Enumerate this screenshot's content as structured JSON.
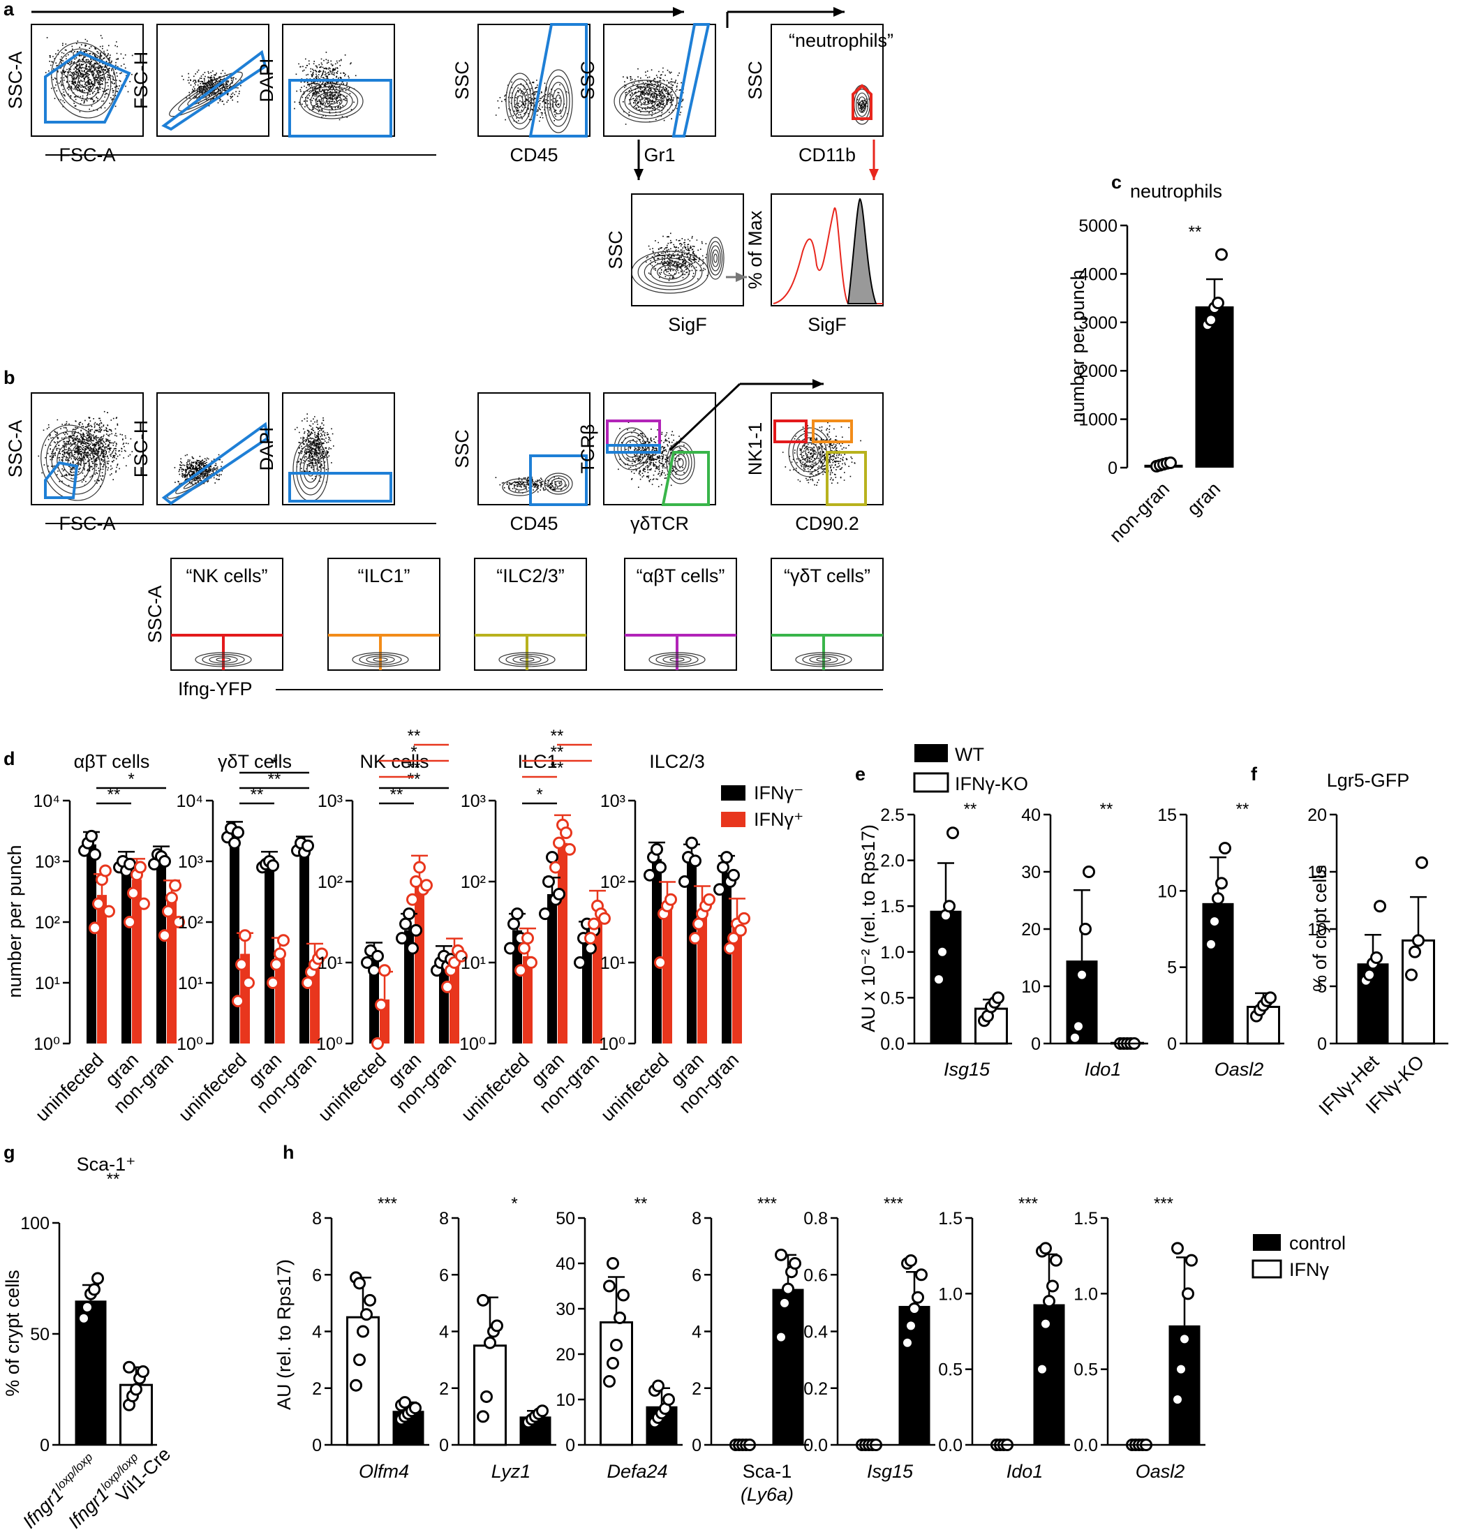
{
  "colors": {
    "gate_blue": "#1e7fd6",
    "neutro_red": "#e8261d",
    "ifng_pos": "#e8361d",
    "orange": "#f28c19",
    "olive": "#b8b21e",
    "magenta": "#b224b8",
    "green": "#39b54a",
    "nk_red": "#e31a1c"
  },
  "panels": {
    "a": "a",
    "b": "b",
    "c": "c",
    "d": "d",
    "e": "e",
    "f": "f",
    "g": "g",
    "h": "h"
  },
  "flow_a": {
    "plots": [
      {
        "y": "SSC-A",
        "x": "FSC-A"
      },
      {
        "y": "FSC-H",
        "x": ""
      },
      {
        "y": "DAPI",
        "x": ""
      },
      {
        "y": "SSC",
        "x": "CD45"
      },
      {
        "y": "SSC",
        "x": "Gr1"
      },
      {
        "y": "SSC",
        "x": "CD11b",
        "title": "“neutrophils”"
      },
      {
        "y": "SSC",
        "x": "SigF"
      },
      {
        "y": "% of Max",
        "x": "SigF"
      }
    ]
  },
  "flow_b": {
    "plots": [
      {
        "y": "SSC-A",
        "x": "FSC-A"
      },
      {
        "y": "FSC-H",
        "x": ""
      },
      {
        "y": "DAPI",
        "x": ""
      },
      {
        "y": "SSC",
        "x": "CD45"
      },
      {
        "y": "TCRβ",
        "x": "γδTCR"
      },
      {
        "y": "NK1-1",
        "x": "CD90.2"
      }
    ],
    "subsets": [
      "“NK cells”",
      "“ILC1”",
      "“ILC2/3”",
      "“αβT cells”",
      "“γδT cells”"
    ],
    "subset_y": "SSC-A",
    "subset_x": "Ifng-YFP"
  },
  "chart_data": [
    {
      "panel": "c",
      "type": "bar",
      "title": "neutrophils",
      "categories": [
        "non-gran",
        "gran"
      ],
      "values": [
        60,
        3330
      ],
      "errors": [
        40,
        560
      ],
      "points": [
        [
          30,
          50,
          70,
          90,
          100
        ],
        [
          2950,
          3050,
          3300,
          3400,
          4400
        ]
      ],
      "ylabel": "number per punch",
      "ylim": [
        0,
        5000
      ],
      "yticks": [
        "0",
        "1000",
        "2000",
        "3000",
        "4000",
        "5000"
      ],
      "significance": "**",
      "fills": [
        "black",
        "black"
      ]
    },
    {
      "panel": "d",
      "type": "bar",
      "scale": "log",
      "ylabel": "number per punch",
      "legend": [
        "IFNγ⁻",
        "IFNγ⁺"
      ],
      "categories": [
        "uninfected",
        "gran",
        "non-gran"
      ],
      "yticks": [
        "10⁰",
        "10¹",
        "10²",
        "10³",
        "10⁴"
      ],
      "ytick_log": [
        "10⁰",
        "10¹",
        "10²",
        "10³"
      ],
      "subplots": [
        {
          "title": "αβT cells",
          "ymax_exp": 4,
          "neg": [
            1900,
            900,
            1100
          ],
          "pos": [
            280,
            500,
            220
          ],
          "neg_pts": [
            [
              1500,
              2000,
              2600,
              1300
            ],
            [
              800,
              1000,
              700,
              900
            ],
            [
              900,
              1300,
              1200,
              1000
            ]
          ],
          "pos_pts": [
            [
              80,
              200,
              500,
              700,
              150
            ],
            [
              100,
              300,
              600,
              800,
              200
            ],
            [
              60,
              150,
              250,
              400,
              100
            ]
          ],
          "sig": [
            "**",
            "*"
          ]
        },
        {
          "title": "γδT cells",
          "ymax_exp": 4,
          "neg": [
            2800,
            900,
            1600
          ],
          "pos": [
            30,
            25,
            20
          ],
          "neg_pts": [
            [
              2500,
              3500,
              2000,
              3000
            ],
            [
              800,
              900,
              1000,
              850
            ],
            [
              1500,
              2000,
              1400,
              1800
            ]
          ],
          "pos_pts": [
            [
              5,
              20,
              60,
              10
            ],
            [
              10,
              20,
              30,
              50
            ],
            [
              10,
              15,
              20,
              25,
              30
            ]
          ],
          "sig": [
            "**",
            "**",
            "*"
          ]
        },
        {
          "title": "NK cells",
          "ymax_exp": 3,
          "neg": [
            11,
            25,
            10
          ],
          "pos": [
            3.5,
            95,
            9
          ],
          "neg_pts": [
            [
              10,
              14,
              8,
              12
            ],
            [
              20,
              30,
              40,
              15,
              25
            ],
            [
              8,
              10,
              12,
              9,
              11
            ]
          ],
          "pos_pts": [
            [
              1,
              3,
              8
            ],
            [
              60,
              100,
              150,
              80,
              90
            ],
            [
              5,
              8,
              10,
              14,
              12
            ]
          ],
          "sig": [
            "**",
            "**"
          ],
          "sig_red": [
            "**",
            "*",
            "**"
          ]
        },
        {
          "title": "ILC1",
          "ymax_exp": 3,
          "neg": [
            25,
            70,
            20
          ],
          "pos": [
            12,
            300,
            35
          ],
          "neg_pts": [
            [
              15,
              30,
              40,
              20
            ],
            [
              40,
              100,
              200,
              60,
              70
            ],
            [
              10,
              20,
              30,
              15,
              25
            ]
          ],
          "pos_pts": [
            [
              8,
              15,
              20,
              10
            ],
            [
              150,
              300,
              500,
              400,
              250
            ],
            [
              20,
              30,
              50,
              40,
              35
            ]
          ],
          "sig": [
            "*"
          ],
          "sig_red": [
            "**",
            "**",
            "**"
          ]
        },
        {
          "title": "ILC2/3",
          "ymax_exp": 3,
          "neg": [
            190,
            180,
            130
          ],
          "pos": [
            45,
            40,
            28
          ],
          "neg_pts": [
            [
              120,
              200,
              250,
              150
            ],
            [
              100,
              200,
              300,
              180
            ],
            [
              80,
              150,
              200,
              100,
              120
            ]
          ],
          "pos_pts": [
            [
              10,
              40,
              50,
              60
            ],
            [
              20,
              30,
              40,
              50,
              60
            ],
            [
              15,
              20,
              30,
              25,
              35
            ]
          ],
          "sig": []
        }
      ]
    },
    {
      "panel": "e",
      "type": "bar",
      "ylabel": "AU x 10⁻² (rel. to Rps17)",
      "legend": [
        "WT",
        "IFNγ-KO"
      ],
      "subplots": [
        {
          "gene": "Isg15",
          "ylim": [
            0,
            2.5
          ],
          "yticks": [
            "0.0",
            "0.5",
            "1.0",
            "1.5",
            "2.0",
            "2.5"
          ],
          "values": [
            1.45,
            0.38
          ],
          "errors": [
            0.52,
            0.1
          ],
          "pts": [
            [
              0.7,
              1.0,
              1.4,
              1.5,
              2.3
            ],
            [
              0.25,
              0.3,
              0.4,
              0.45,
              0.5
            ]
          ],
          "sig": "**"
        },
        {
          "gene": "Ido1",
          "ylim": [
            0,
            40
          ],
          "yticks": [
            "0",
            "10",
            "20",
            "30",
            "40"
          ],
          "values": [
            14.5,
            0.1
          ],
          "errors": [
            12.3,
            0.1
          ],
          "pts": [
            [
              1,
              3,
              12,
              20,
              30
            ],
            [
              0,
              0,
              0,
              0,
              0
            ]
          ],
          "sig": "**"
        },
        {
          "gene": "Oasl2",
          "ylim": [
            0,
            15
          ],
          "yticks": [
            "0",
            "5",
            "10",
            "15"
          ],
          "values": [
            9.2,
            2.4
          ],
          "errors": [
            3.0,
            0.9
          ],
          "pts": [
            [
              6.5,
              8,
              9.5,
              10.5,
              12.8
            ],
            [
              1.8,
              2.2,
              2.5,
              2.8,
              3
            ]
          ],
          "sig": "**"
        }
      ]
    },
    {
      "panel": "f",
      "type": "bar",
      "title": "Lgr5-GFP",
      "ylabel": "% of crypt cells",
      "categories": [
        "IFNγ-Het",
        "IFNγ-KO"
      ],
      "values": [
        7.0,
        9.0
      ],
      "errors": [
        2.5,
        3.8
      ],
      "points": [
        [
          5.5,
          6,
          7,
          7.5,
          12
        ],
        [
          6,
          8,
          9,
          15.8
        ]
      ],
      "ylim": [
        0,
        20
      ],
      "yticks": [
        "0",
        "5",
        "10",
        "15",
        "20"
      ],
      "fills": [
        "black",
        "white"
      ]
    },
    {
      "panel": "g",
      "type": "bar",
      "title": "Sca-1⁺",
      "ylabel": "% of crypt cells",
      "categories": [
        "Ifngr1loxp/loxp",
        "Ifngr1loxp/loxp Vil1-Cre"
      ],
      "cat_main": "Ifngr1",
      "cat_sup": "loxp/loxp",
      "cat_extra": "Vil1-Cre",
      "values": [
        65,
        27
      ],
      "errors": [
        7,
        8
      ],
      "points": [
        [
          57,
          62,
          68,
          70,
          75
        ],
        [
          18,
          22,
          25,
          30,
          33,
          35
        ]
      ],
      "ylim": [
        0,
        100
      ],
      "yticks": [
        "0",
        "50",
        "100"
      ],
      "significance": "**",
      "fills": [
        "black",
        "white"
      ]
    },
    {
      "panel": "h",
      "type": "bar",
      "ylabel": "AU (rel. to Rps17)",
      "legend": [
        "control",
        "IFNγ"
      ],
      "subplots": [
        {
          "gene": "Olfm4",
          "ylim": [
            0,
            8
          ],
          "yticks": [
            "0",
            "2",
            "4",
            "6",
            "8"
          ],
          "fills": [
            "white",
            "black"
          ],
          "values": [
            4.5,
            1.2
          ],
          "errors": [
            1.4,
            0.3
          ],
          "pts": [
            [
              2.1,
              3.0,
              4.0,
              4.6,
              5.1,
              5.9,
              5.7
            ],
            [
              0.9,
              1.0,
              1.1,
              1.2,
              1.3,
              1.4,
              1.5
            ]
          ],
          "sig": "***"
        },
        {
          "gene": "Lyz1",
          "ylim": [
            0,
            8
          ],
          "yticks": [
            "0",
            "2",
            "4",
            "6",
            "8"
          ],
          "fills": [
            "white",
            "black"
          ],
          "values": [
            3.5,
            1.0
          ],
          "errors": [
            1.7,
            0.2
          ],
          "pts": [
            [
              1.0,
              1.7,
              3.6,
              4.0,
              4.2,
              5.1
            ],
            [
              0.8,
              0.9,
              1.0,
              1.1,
              1.2
            ]
          ],
          "sig": "*"
        },
        {
          "gene": "Defa24",
          "ylim": [
            0,
            50
          ],
          "yticks": [
            "0",
            "10",
            "20",
            "30",
            "40",
            "50"
          ],
          "fills": [
            "white",
            "black"
          ],
          "values": [
            27,
            8.5
          ],
          "errors": [
            10,
            4
          ],
          "pts": [
            [
              14,
              18,
              22,
              28,
              33,
              35,
              40
            ],
            [
              5,
              6,
              7,
              8,
              10,
              12,
              13
            ]
          ],
          "sig": "**"
        },
        {
          "gene": "Sca-1",
          "gene2": "(Ly6a)",
          "ylim": [
            0,
            8
          ],
          "yticks": [
            "0",
            "2",
            "4",
            "6",
            "8"
          ],
          "fills": [
            "white",
            "black"
          ],
          "values": [
            0.0,
            5.5
          ],
          "errors": [
            0.0,
            1.2
          ],
          "pts": [
            [
              0,
              0,
              0,
              0,
              0
            ],
            [
              3.8,
              5.0,
              5.5,
              6.1,
              6.4,
              6.7
            ]
          ],
          "sig": "***"
        },
        {
          "gene": "Isg15",
          "ylim": [
            0,
            0.8
          ],
          "yticks": [
            "0.0",
            "0.2",
            "0.4",
            "0.6",
            "0.8"
          ],
          "fills": [
            "white",
            "black"
          ],
          "values": [
            0.0,
            0.49
          ],
          "errors": [
            0.0,
            0.12
          ],
          "pts": [
            [
              0,
              0,
              0,
              0,
              0
            ],
            [
              0.36,
              0.42,
              0.48,
              0.52,
              0.6,
              0.64,
              0.65
            ]
          ],
          "sig": "***"
        },
        {
          "gene": "Ido1",
          "ylim": [
            0,
            1.5
          ],
          "yticks": [
            "0.0",
            "0.5",
            "1.0",
            "1.5"
          ],
          "fills": [
            "white",
            "black"
          ],
          "values": [
            0.0,
            0.93
          ],
          "errors": [
            0.0,
            0.33
          ],
          "pts": [
            [
              0,
              0,
              0,
              0
            ],
            [
              0.5,
              0.8,
              0.95,
              1.05,
              1.22,
              1.28,
              1.3
            ]
          ],
          "sig": "***"
        },
        {
          "gene": "Oasl2",
          "ylim": [
            0,
            1.5
          ],
          "yticks": [
            "0.0",
            "0.5",
            "1.0",
            "1.5"
          ],
          "fills": [
            "white",
            "black"
          ],
          "values": [
            0.0,
            0.79
          ],
          "errors": [
            0.0,
            0.45
          ],
          "pts": [
            [
              0,
              0,
              0,
              0,
              0
            ],
            [
              0.3,
              0.5,
              0.7,
              1.0,
              1.22,
              1.3
            ]
          ],
          "sig": "***"
        }
      ]
    }
  ]
}
